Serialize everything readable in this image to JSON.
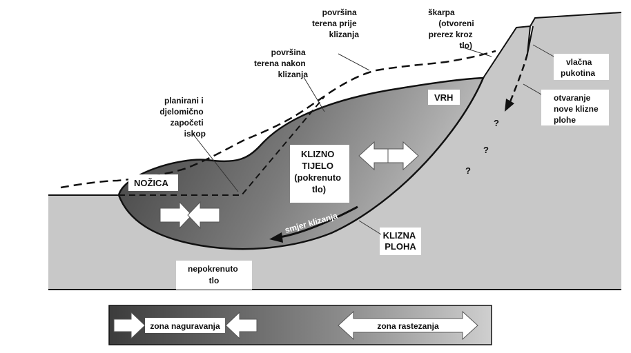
{
  "colors": {
    "background": "#ffffff",
    "undisturbed_ground": "#c8c8c8",
    "slide_body_dark": "#3c3c3c",
    "slide_body_light": "#bdbdbd",
    "outline": "#111111",
    "label_box": "#ffffff"
  },
  "labels": {
    "surface_before": [
      "površina",
      "terena prije",
      "klizanja"
    ],
    "surface_after": [
      "površina",
      "terena nakon",
      "klizanja"
    ],
    "scarp": [
      "škarpa",
      "(otvoreni",
      "prerez kroz",
      "tlo)"
    ],
    "planned_excavation": [
      "planirani i",
      "djelomično",
      "započeti",
      "iskop"
    ],
    "tension_crack": [
      "vlačna",
      "pukotina"
    ],
    "new_slip_plane": [
      "otvaranje",
      "nove klizne",
      "plohe"
    ],
    "crown": "VRH",
    "toe": "NOŽICA",
    "slide_body": [
      "KLIZNO",
      "TIJELO",
      "(pokrenuto",
      "tlo)"
    ],
    "slip_direction": "smjer klizanja",
    "slip_surface": [
      "KLIZNA",
      "PLOHA"
    ],
    "stable_ground": [
      "nepokrenuto",
      "tlo"
    ],
    "question_mark": "?"
  },
  "legend": {
    "compression_zone": "zona naguravanja",
    "extension_zone": "zona rastezanja"
  },
  "icons": {
    "compression": "arrows-pointing-inward-icon",
    "extension": "double-headed-arrow-icon",
    "slip_direction": "curved-arrow-icon"
  }
}
